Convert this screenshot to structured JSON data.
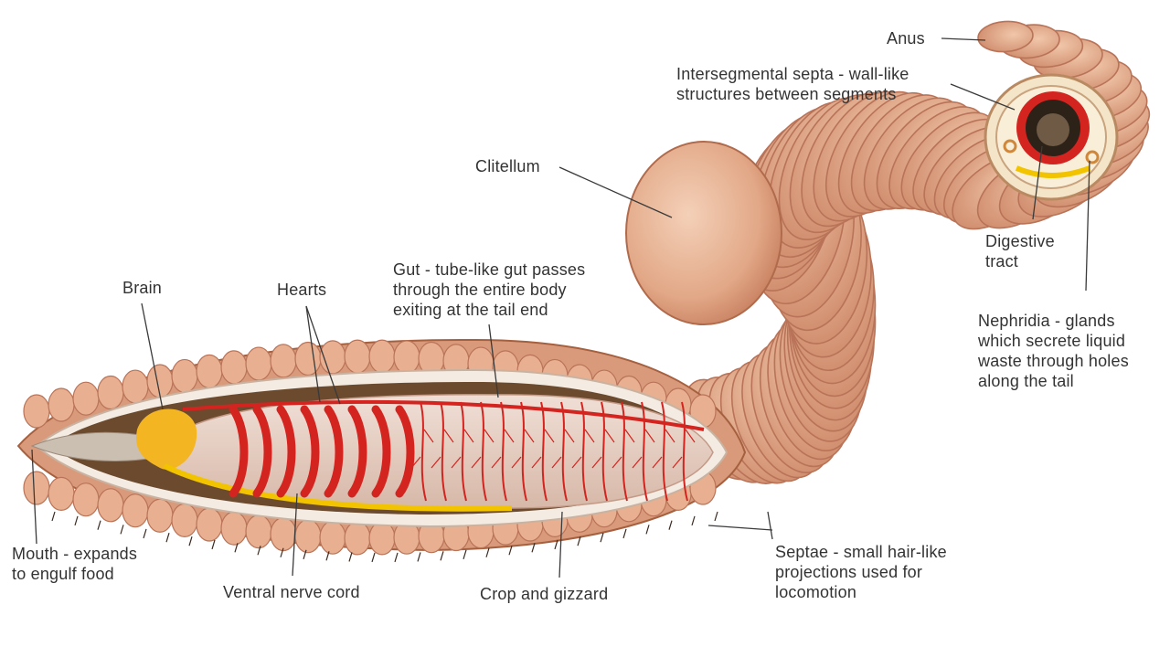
{
  "colors": {
    "skin": "#e8b091",
    "skin_shadow": "#b97358",
    "skin_light": "#f3cfb6",
    "gut": "#e9d3c8",
    "vessel": "#d42420",
    "nerve": "#f2c400",
    "brain": "#f3b522",
    "cavity": "#6b4a2e",
    "leader": "#3a3a3a",
    "text": "#333333"
  },
  "labels": {
    "anus": [
      "Anus"
    ],
    "septa": [
      "Intersegmental septa - wall-like",
      "structures between segments"
    ],
    "clitellum": [
      "Clitellum"
    ],
    "digestive": [
      "Digestive",
      "tract"
    ],
    "brain": [
      "Brain"
    ],
    "hearts": [
      "Hearts"
    ],
    "gut": [
      "Gut - tube-like gut passes",
      "through the entire body",
      "exiting at the tail end"
    ],
    "nephridia": [
      "Nephridia - glands",
      "which secrete liquid",
      "waste through holes",
      "along the tail"
    ],
    "mouth": [
      "Mouth - expands",
      "to engulf food"
    ],
    "nerve": [
      "Ventral nerve cord"
    ],
    "crop": [
      "Crop and gizzard"
    ],
    "setae": [
      "Septae - small hair-like",
      "projections used for",
      "locomotion"
    ]
  }
}
